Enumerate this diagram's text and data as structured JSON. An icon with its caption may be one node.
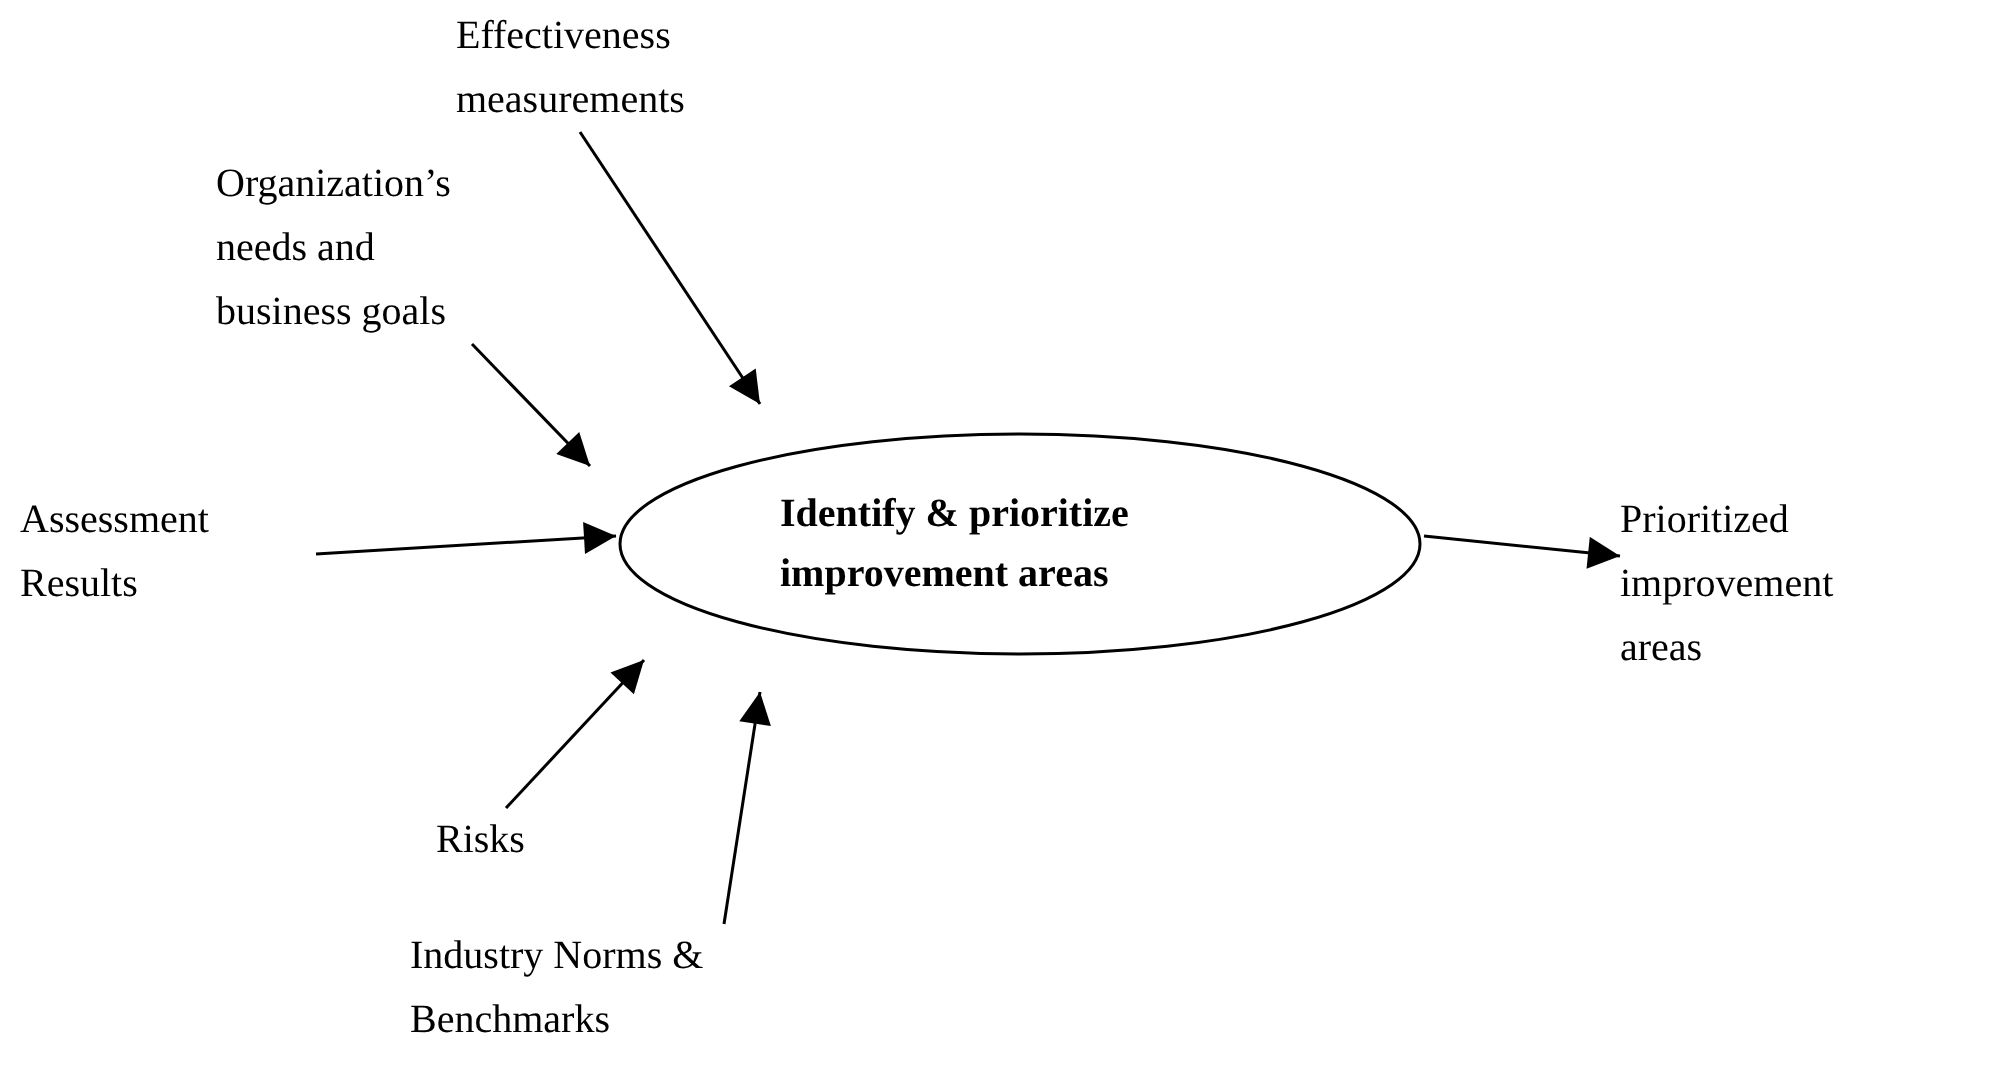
{
  "diagram": {
    "nodes": [
      {
        "text": [
          "Identify & prioritize improvement areas"
        ]
      },
      {
        "text": [
          "Effectiveness measurements"
        ]
      },
      {
        "text": [
          "Organization’s needs and business goals"
        ]
      },
      {
        "text": [
          "Assessment Results"
        ]
      },
      {
        "text": [
          "Risks"
        ]
      },
      {
        "text": [
          "Industry Norms & Benchmarks"
        ]
      },
      {
        "text": [
          "Prioritized improvement areas"
        ]
      }
    ],
    "edges": [
      {
        "from": 1,
        "to": 0,
        "arrow": "to"
      },
      {
        "from": 2,
        "to": 0,
        "arrow": "to"
      },
      {
        "from": 3,
        "to": 0,
        "arrow": "to"
      },
      {
        "from": 4,
        "to": 0,
        "arrow": "to"
      },
      {
        "from": 5,
        "to": 0,
        "arrow": "to"
      },
      {
        "from": 0,
        "to": 6,
        "arrow": "to"
      }
    ]
  }
}
